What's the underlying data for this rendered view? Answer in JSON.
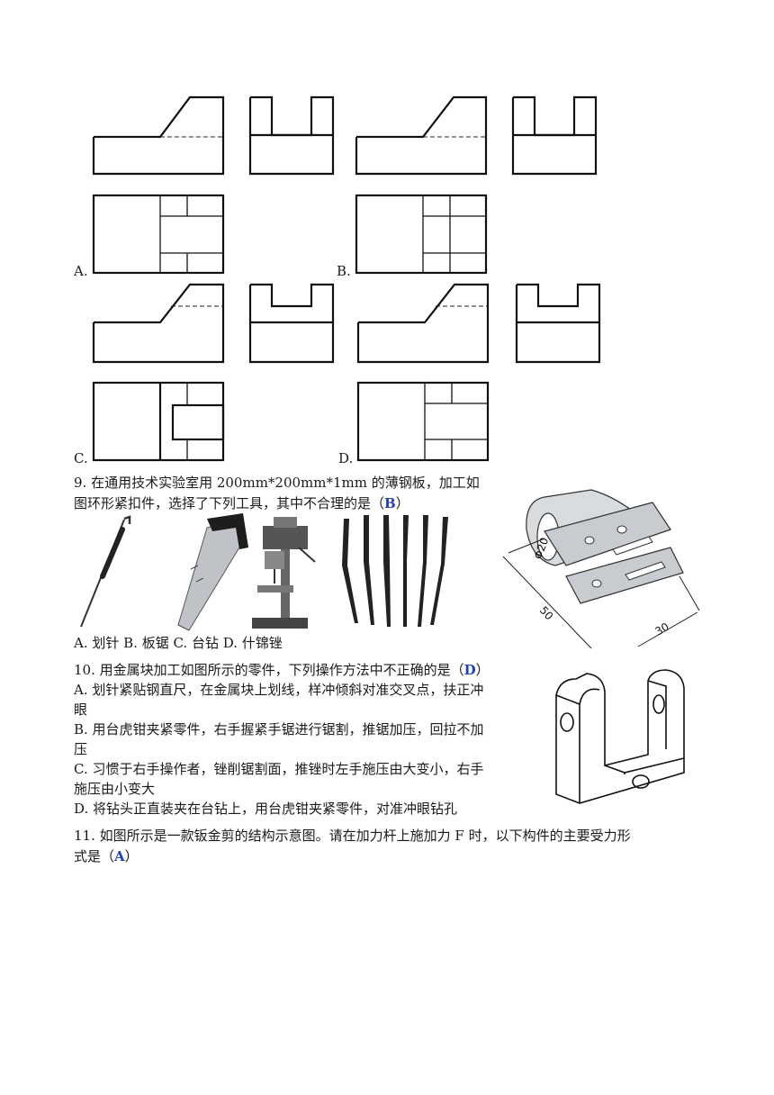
{
  "q8": {
    "options": [
      "A.",
      "B.",
      "C.",
      "D."
    ]
  },
  "q9": {
    "line1": "9. 在通用技术实验室用 200mm*200mm*1mm 的薄钢板，加工如",
    "line2_pre": "图环形紧扣件，选择了下列工具，其中不合理的是（",
    "answer": "B",
    "line2_post": "）",
    "tools_caption": "A. 划针 B. 板锯 C. 台钻 D. 什锦锉",
    "dims": {
      "d": "Φ20",
      "length": "50",
      "width": "30"
    }
  },
  "q10": {
    "stem_pre": "10. 用金属块加工如图所示的零件，下列操作方法中不正确的是（",
    "answer": "D",
    "stem_post": "）",
    "a1": "A. 划针紧贴钢直尺，在金属块上划线，样冲倾斜对准交叉点，扶正冲",
    "a2": "眼",
    "b1": "B. 用台虎钳夹紧零件，右手握紧手锯进行锯割，推锯加压，回拉不加",
    "b2": "压",
    "c1": "C. 习惯于右手操作者，锉削锯割面，推锉时左手施压由大变小，右手",
    "c2": "施压由小变大",
    "d1": "D. 将钻头正直装夹在台钻上，用台虎钳夹紧零件，对准冲眼钻孔"
  },
  "q11": {
    "line1": "11. 如图所示是一款钣金剪的结构示意图。请在加力杆上施加力 F 时，以下构件的主要受力形",
    "line2_pre": "式是（",
    "answer": "A",
    "line2_post": "）"
  }
}
